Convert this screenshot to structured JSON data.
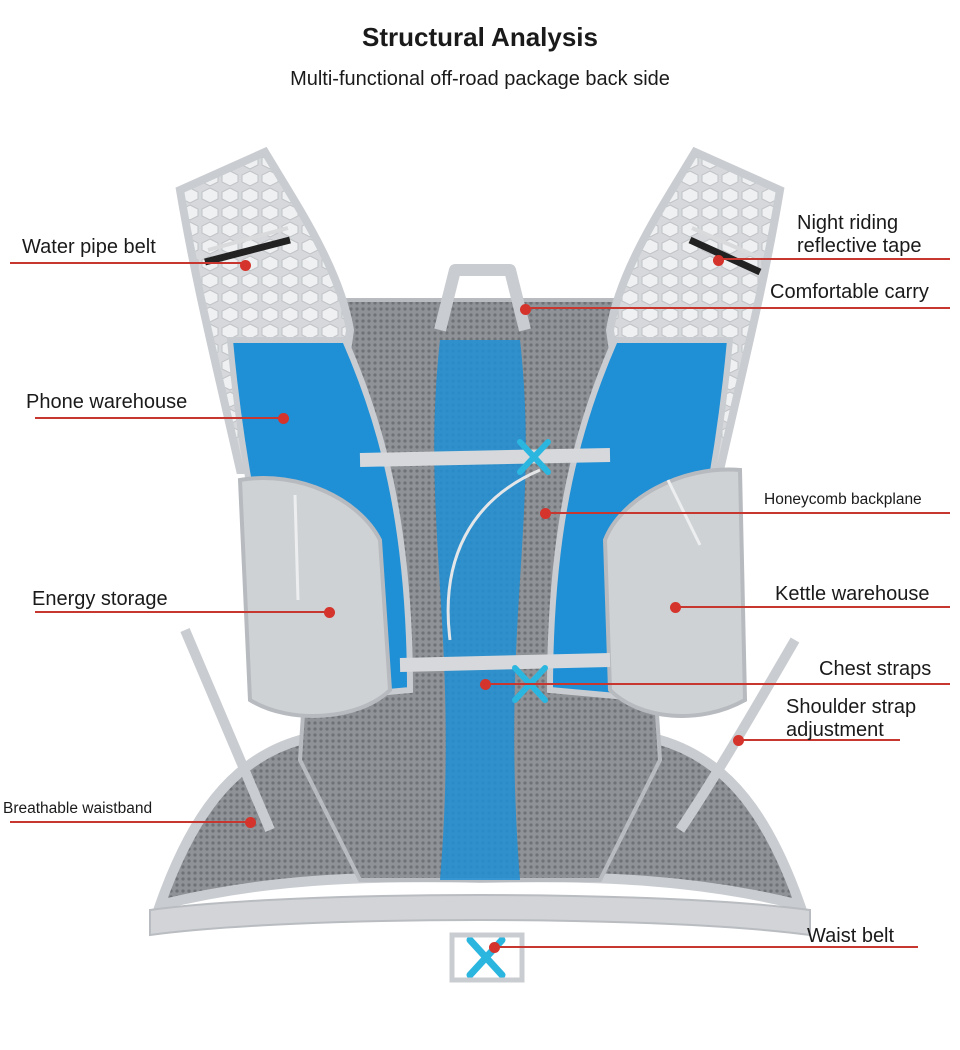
{
  "header": {
    "title": "Structural Analysis",
    "subtitle": "Multi-functional off-road package back side"
  },
  "colors": {
    "accent_line": "#c8372f",
    "vest_blue": "#1f8fd6",
    "vest_grey": "#c9ccd0",
    "mesh_grey": "#9a9da1",
    "buckle_cyan": "#2bb6e0"
  },
  "callouts": [
    {
      "id": "water-pipe-belt",
      "text": "Water pipe belt"
    },
    {
      "id": "night-riding",
      "text": "Night riding",
      "text2": "reflective tape"
    },
    {
      "id": "comfortable-carry",
      "text": "Comfortable carry"
    },
    {
      "id": "phone-warehouse",
      "text": "Phone warehouse"
    },
    {
      "id": "honeycomb-backplane",
      "text": "Honeycomb backplane"
    },
    {
      "id": "energy-storage",
      "text": "Energy storage"
    },
    {
      "id": "kettle-warehouse",
      "text": "Kettle warehouse"
    },
    {
      "id": "chest-straps",
      "text": "Chest straps"
    },
    {
      "id": "shoulder-strap",
      "text": "Shoulder strap",
      "text2": "adjustment"
    },
    {
      "id": "breathable-waistband",
      "text": "Breathable waistband"
    },
    {
      "id": "waist-belt",
      "text": "Waist belt"
    }
  ]
}
